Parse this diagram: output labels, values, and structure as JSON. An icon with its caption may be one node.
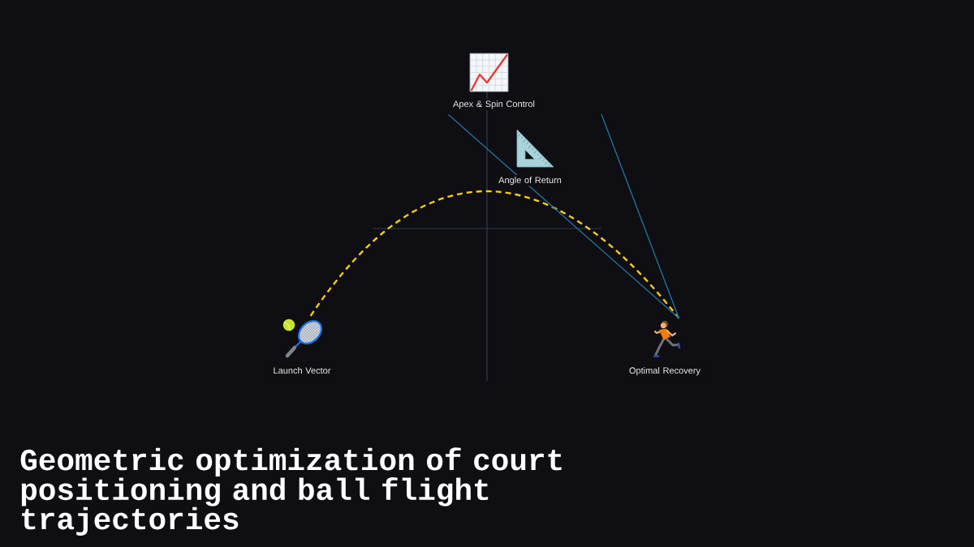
{
  "diagram": {
    "title": "Geometric optimization of court positioning and ball flight trajectories",
    "nodes": [
      {
        "text": [
          "Apex & Spin Control"
        ]
      },
      {
        "text": [
          "Angle of Return"
        ]
      },
      {
        "text": [
          "Launch Vector"
        ]
      },
      {
        "text": [
          "Optimal Recovery"
        ]
      }
    ],
    "edges": [
      {
        "from": 2,
        "to": 3,
        "arrow": "none",
        "style": "dashed",
        "color": "#facc15"
      },
      {
        "from": 0,
        "to": 3,
        "arrow": "none"
      },
      {
        "from": null,
        "to": 3,
        "arrow": "none"
      }
    ]
  }
}
